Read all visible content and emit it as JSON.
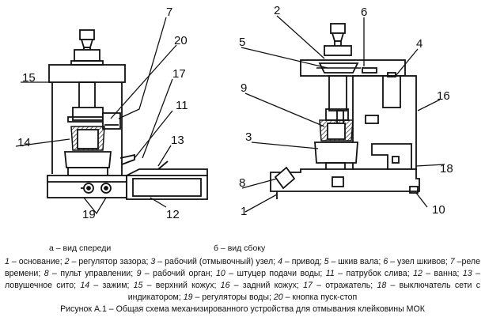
{
  "figure": {
    "front_labels": [
      "7",
      "20",
      "15",
      "17",
      "11",
      "14",
      "13",
      "19",
      "12"
    ],
    "side_labels": [
      "2",
      "6",
      "5",
      "4",
      "9",
      "16",
      "3",
      "18",
      "8",
      "1",
      "10"
    ]
  },
  "caption": {
    "view_a": "а – вид спереди",
    "view_b": "б – вид сбоку",
    "legend": [
      {
        "n": "1",
        "t": " – основание; "
      },
      {
        "n": "2",
        "t": " – регулятор зазора; "
      },
      {
        "n": "3",
        "t": " – рабочий  (отмывочный) узел; "
      },
      {
        "n": "4",
        "t": " – привод; "
      },
      {
        "n": "5",
        "t": " – шкив вала; "
      },
      {
        "n": "6",
        "t": " – узел шкивов; "
      },
      {
        "n": "7",
        "t": " –реле времени; "
      },
      {
        "n": "8",
        "t": " – пульт управлении; "
      },
      {
        "n": "9",
        "t": " – рабочий орган; "
      },
      {
        "n": "10",
        "t": " – штуцер подачи воды; "
      },
      {
        "n": "11",
        "t": " – патрубок слива; "
      },
      {
        "n": "12",
        "t": " – ванна; "
      },
      {
        "n": "13",
        "t": " – ловушечное сито; "
      },
      {
        "n": "14",
        "t": " – зажим; "
      },
      {
        "n": "15",
        "t": " – верхний кожух; "
      },
      {
        "n": "16",
        "t": " – задний кожух; "
      },
      {
        "n": "17",
        "t": " – отражатель; "
      },
      {
        "n": "18",
        "t": " – выключатель сети с индикатором; "
      },
      {
        "n": "19",
        "t": " – регуляторы воды; "
      },
      {
        "n": "20",
        "t": " – кнопка пуск-стоп"
      }
    ],
    "title": "Рисунок А.1 – Общая схема механизированного устройства для отмывания клейковины МОК"
  }
}
